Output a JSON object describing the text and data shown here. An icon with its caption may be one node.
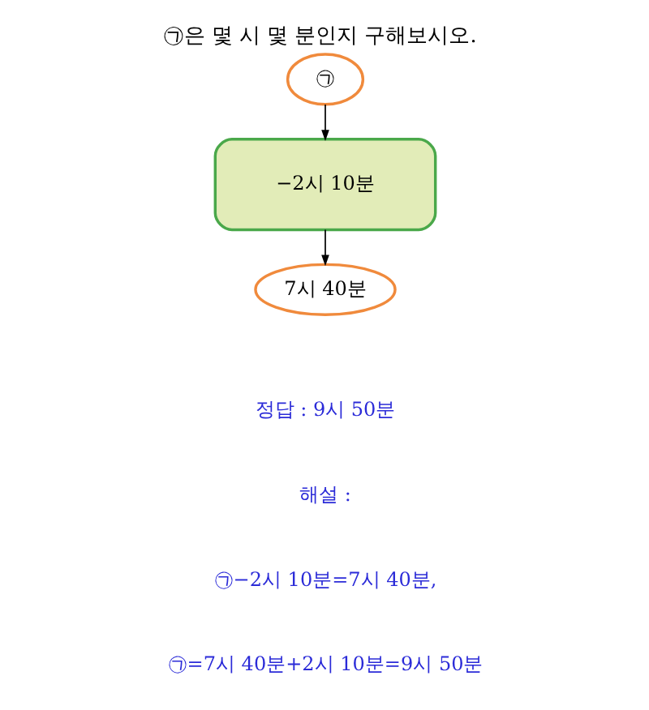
{
  "diagram": {
    "title": "㉠은 몇 시 몇 분인지 구해보시오.",
    "nodes": [
      {
        "text": [
          "㉠"
        ]
      },
      {
        "text": [
          "−2시 10분"
        ]
      },
      {
        "text": [
          "7시 40분"
        ]
      }
    ],
    "edges": [
      {
        "from": 0,
        "to": 1,
        "arrow": "to"
      },
      {
        "from": 1,
        "to": 2,
        "arrow": "to"
      }
    ],
    "labels": [
      "정답 : 9시 50분",
      "해설 :",
      "㉠−2시 10분=7시 40분,",
      "㉠=7시 40분+2시 10분=9시 50분"
    ]
  }
}
